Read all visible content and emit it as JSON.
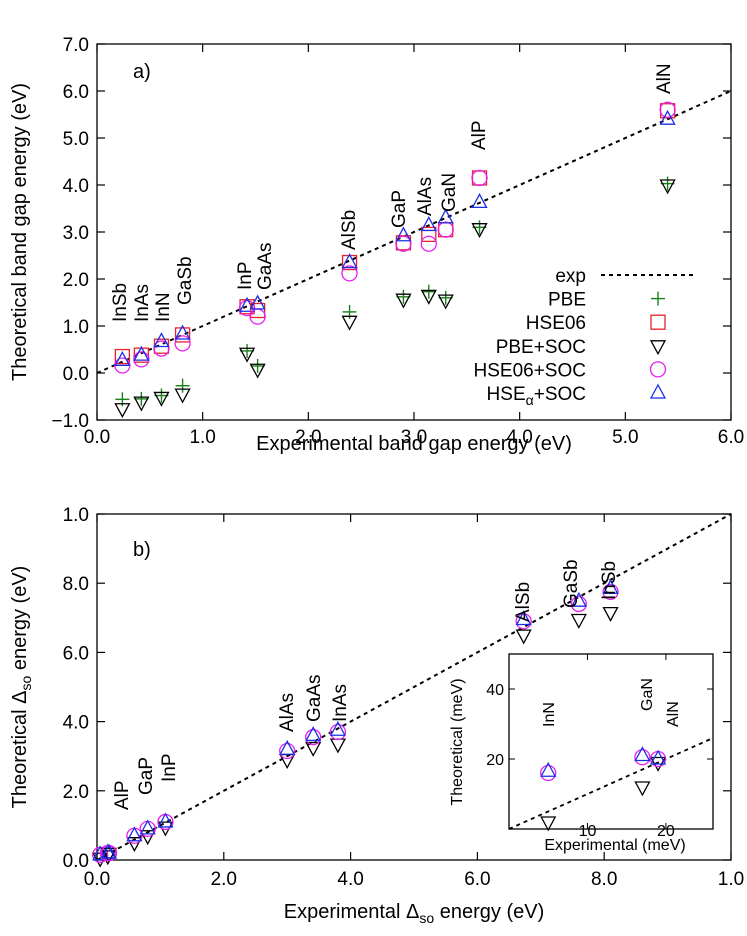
{
  "chart_data": [
    {
      "panel": "a)",
      "type": "scatter",
      "xlabel": "Experimental band gap energy (eV)",
      "ylabel": "Theoretical band gap energy (eV)",
      "xlim": [
        0.0,
        6.0
      ],
      "ylim": [
        -1.0,
        7.0
      ],
      "x_ticks": [
        "0.0",
        "1.0",
        "2.0",
        "3.0",
        "4.0",
        "5.0",
        "6.0"
      ],
      "y_ticks": [
        "−1.0",
        "0.0",
        "1.0",
        "2.0",
        "3.0",
        "4.0",
        "5.0",
        "6.0",
        "7.0"
      ],
      "legend_position": "bottom-right",
      "legend": [
        {
          "key": "exp",
          "label": "exp",
          "marker": "dashed-line",
          "color": "#000000"
        },
        {
          "key": "PBE",
          "label": "PBE",
          "marker": "plus",
          "color": "#1a7f1a"
        },
        {
          "key": "HSE06",
          "label": "HSE06",
          "marker": "square",
          "color": "#e8202a"
        },
        {
          "key": "PBESOC",
          "label": "PBE+SOC",
          "marker": "triangle-down",
          "color": "#000000"
        },
        {
          "key": "HSE06SOC",
          "label": "HSE06+SOC",
          "marker": "circle",
          "color": "#e81ef0"
        },
        {
          "key": "HSEaSOC",
          "label": "HSE",
          "label_sub": "α",
          "label_suffix": "+SOC",
          "marker": "triangle-up",
          "color": "#1a2fe8"
        }
      ],
      "materials": [
        {
          "name": "InSb",
          "x": 0.24,
          "PBE": -0.56,
          "HSE06": 0.35,
          "PBESOC": -0.76,
          "HSE06SOC": 0.16,
          "HSEaSOC": 0.27
        },
        {
          "name": "InAs",
          "x": 0.42,
          "PBE": -0.55,
          "HSE06": 0.38,
          "PBESOC": -0.62,
          "HSE06SOC": 0.29,
          "HSEaSOC": 0.38
        },
        {
          "name": "InN",
          "x": 0.61,
          "PBE": -0.48,
          "HSE06": 0.57,
          "PBESOC": -0.52,
          "HSE06SOC": 0.52,
          "HSEaSOC": 0.67
        },
        {
          "name": "GaSb",
          "x": 0.81,
          "PBE": -0.27,
          "HSE06": 0.81,
          "PBESOC": -0.45,
          "HSE06SOC": 0.63,
          "HSEaSOC": 0.83
        },
        {
          "name": "InP",
          "x": 1.42,
          "PBE": 0.47,
          "HSE06": 1.41,
          "PBESOC": 0.42,
          "HSE06SOC": 1.38,
          "HSEaSOC": 1.42
        },
        {
          "name": "GaAs",
          "x": 1.52,
          "PBE": 0.15,
          "HSE06": 1.33,
          "PBESOC": 0.08,
          "HSE06SOC": 1.2,
          "HSEaSOC": 1.47
        },
        {
          "name": "AlSb",
          "x": 2.39,
          "PBE": 1.3,
          "HSE06": 2.35,
          "PBESOC": 1.1,
          "HSE06SOC": 2.12,
          "HSEaSOC": 2.35
        },
        {
          "name": "GaP",
          "x": 2.9,
          "PBE": 1.62,
          "HSE06": 2.77,
          "PBESOC": 1.57,
          "HSE06SOC": 2.75,
          "HSEaSOC": 2.92
        },
        {
          "name": "AlAs",
          "x": 3.14,
          "PBE": 1.73,
          "HSE06": 2.95,
          "PBESOC": 1.65,
          "HSE06SOC": 2.75,
          "HSEaSOC": 3.14
        },
        {
          "name": "GaN",
          "x": 3.3,
          "PBE": 1.6,
          "HSE06": 3.05,
          "PBESOC": 1.55,
          "HSE06SOC": 3.05,
          "HSEaSOC": 3.3
        },
        {
          "name": "AlP",
          "x": 3.62,
          "PBE": 3.1,
          "HSE06": 4.15,
          "PBESOC": 3.07,
          "HSE06SOC": 4.15,
          "HSEaSOC": 3.63
        },
        {
          "name": "AlN",
          "x": 5.4,
          "PBE": 4.03,
          "HSE06": 5.58,
          "PBESOC": 4.0,
          "HSE06SOC": 5.6,
          "HSEaSOC": 5.4
        }
      ]
    },
    {
      "panel": "b)",
      "type": "scatter",
      "xlabel": "Experimental",
      "xlabel_symbol": "Δ",
      "xlabel_sub": "so",
      "xlabel_suffix": "energy (eV)",
      "ylabel": "Theoretical",
      "ylabel_symbol": "Δ",
      "ylabel_sub": "so",
      "ylabel_suffix": "energy (eV)",
      "xlim": [
        0.0,
        1.0
      ],
      "ylim": [
        0.0,
        1.0
      ],
      "x_ticks": [
        "0.0",
        "2.0",
        "4.0",
        "6.0",
        "8.0",
        "1.0"
      ],
      "y_ticks": [
        "0.0",
        "2.0",
        "4.0",
        "6.0",
        "8.0",
        "1.0"
      ],
      "materials": [
        {
          "name": "AlP",
          "x": 0.059,
          "PBESOC": 0.05,
          "HSE06SOC": 0.07,
          "HSEaSOC": 0.07
        },
        {
          "name": "GaP",
          "x": 0.08,
          "PBESOC": 0.07,
          "HSE06SOC": 0.09,
          "HSEaSOC": 0.09
        },
        {
          "name": "InP",
          "x": 0.108,
          "PBESOC": 0.095,
          "HSE06SOC": 0.11,
          "HSEaSOC": 0.11
        },
        {
          "name": "AlAs",
          "x": 0.3,
          "PBESOC": 0.29,
          "HSE06SOC": 0.315,
          "HSEaSOC": 0.32
        },
        {
          "name": "GaAs",
          "x": 0.341,
          "PBESOC": 0.325,
          "HSE06SOC": 0.355,
          "HSEaSOC": 0.36
        },
        {
          "name": "InAs",
          "x": 0.38,
          "PBESOC": 0.335,
          "HSE06SOC": 0.37,
          "HSEaSOC": 0.375
        },
        {
          "name": "AlSb",
          "x": 0.673,
          "PBESOC": 0.65,
          "HSE06SOC": 0.69,
          "HSEaSOC": 0.695
        },
        {
          "name": "GaSb",
          "x": 0.76,
          "PBESOC": 0.695,
          "HSE06SOC": 0.74,
          "HSEaSOC": 0.748
        },
        {
          "name": "InSb",
          "x": 0.81,
          "PBESOC": 0.715,
          "HSE06SOC": 0.775,
          "HSEaSOC": 0.785
        }
      ],
      "small_points": [
        {
          "x": 0.005,
          "PBESOC": 0.005,
          "HSE06SOC": 0.015,
          "HSEaSOC": 0.015
        },
        {
          "x": 0.017,
          "PBESOC": 0.012,
          "HSE06SOC": 0.02,
          "HSEaSOC": 0.021
        },
        {
          "x": 0.019,
          "PBESOC": 0.019,
          "HSE06SOC": 0.02,
          "HSEaSOC": 0.02
        }
      ],
      "inset": {
        "xlabel": "Experimental (meV)",
        "ylabel": "Theoretical (meV)",
        "xlim": [
          0,
          26
        ],
        "ylim": [
          0,
          50
        ],
        "x_ticks": [
          "10",
          "20"
        ],
        "y_ticks": [
          "20",
          "40"
        ],
        "materials": [
          {
            "name": "InN",
            "x": 5,
            "PBESOC": 2,
            "HSE06SOC": 16,
            "HSEaSOC": 16.5
          },
          {
            "name": "GaN",
            "x": 17,
            "PBESOC": 12,
            "HSE06SOC": 20.5,
            "HSEaSOC": 21
          },
          {
            "name": "AlN",
            "x": 19,
            "PBESOC": 19,
            "HSE06SOC": 20,
            "HSEaSOC": 20
          }
        ]
      }
    }
  ]
}
